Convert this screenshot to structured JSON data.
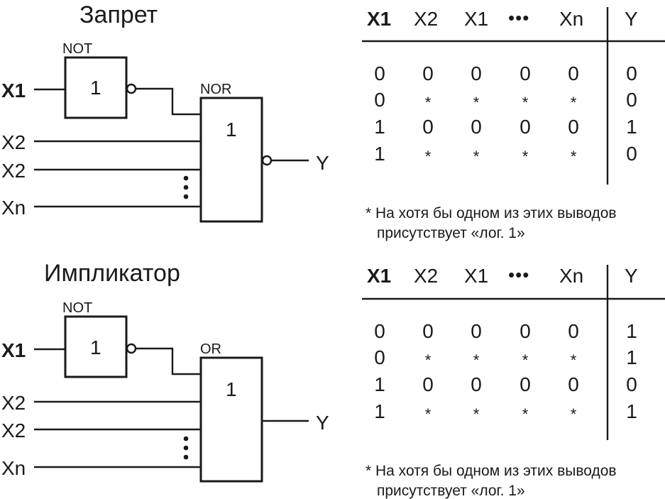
{
  "sections": [
    {
      "title": "Запрет",
      "not_gate": {
        "label": "NOT",
        "symbol": "1"
      },
      "main_gate": {
        "label": "NOR",
        "symbol": "1",
        "inverted_output": true
      },
      "inputs": [
        "X1",
        "X2",
        "X2",
        "Xn"
      ],
      "output": "Y",
      "table": {
        "headers": [
          "X1",
          "X2",
          "X1",
          "•••",
          "Xn",
          "Y"
        ],
        "rows": [
          [
            "0",
            "0",
            "0",
            "0",
            "0",
            "0"
          ],
          [
            "0",
            "*",
            "*",
            "*",
            "*",
            "0"
          ],
          [
            "1",
            "0",
            "0",
            "0",
            "0",
            "1"
          ],
          [
            "1",
            "*",
            "*",
            "*",
            "*",
            "0"
          ]
        ]
      },
      "note_line1": "* На хотя бы одном из этих выводов",
      "note_line2": "присутствует «лог. 1»"
    },
    {
      "title": "Импликатор",
      "not_gate": {
        "label": "NOT",
        "symbol": "1"
      },
      "main_gate": {
        "label": "OR",
        "symbol": "1",
        "inverted_output": false
      },
      "inputs": [
        "X1",
        "X2",
        "X2",
        "Xn"
      ],
      "output": "Y",
      "table": {
        "headers": [
          "X1",
          "X2",
          "X1",
          "•••",
          "Xn",
          "Y"
        ],
        "rows": [
          [
            "0",
            "0",
            "0",
            "0",
            "0",
            "1"
          ],
          [
            "0",
            "*",
            "*",
            "*",
            "*",
            "1"
          ],
          [
            "1",
            "0",
            "0",
            "0",
            "0",
            "0"
          ],
          [
            "1",
            "*",
            "*",
            "*",
            "*",
            "1"
          ]
        ]
      },
      "note_line1": "* На хотя бы одном из этих выводов",
      "note_line2": "присутствует «лог. 1»"
    }
  ]
}
